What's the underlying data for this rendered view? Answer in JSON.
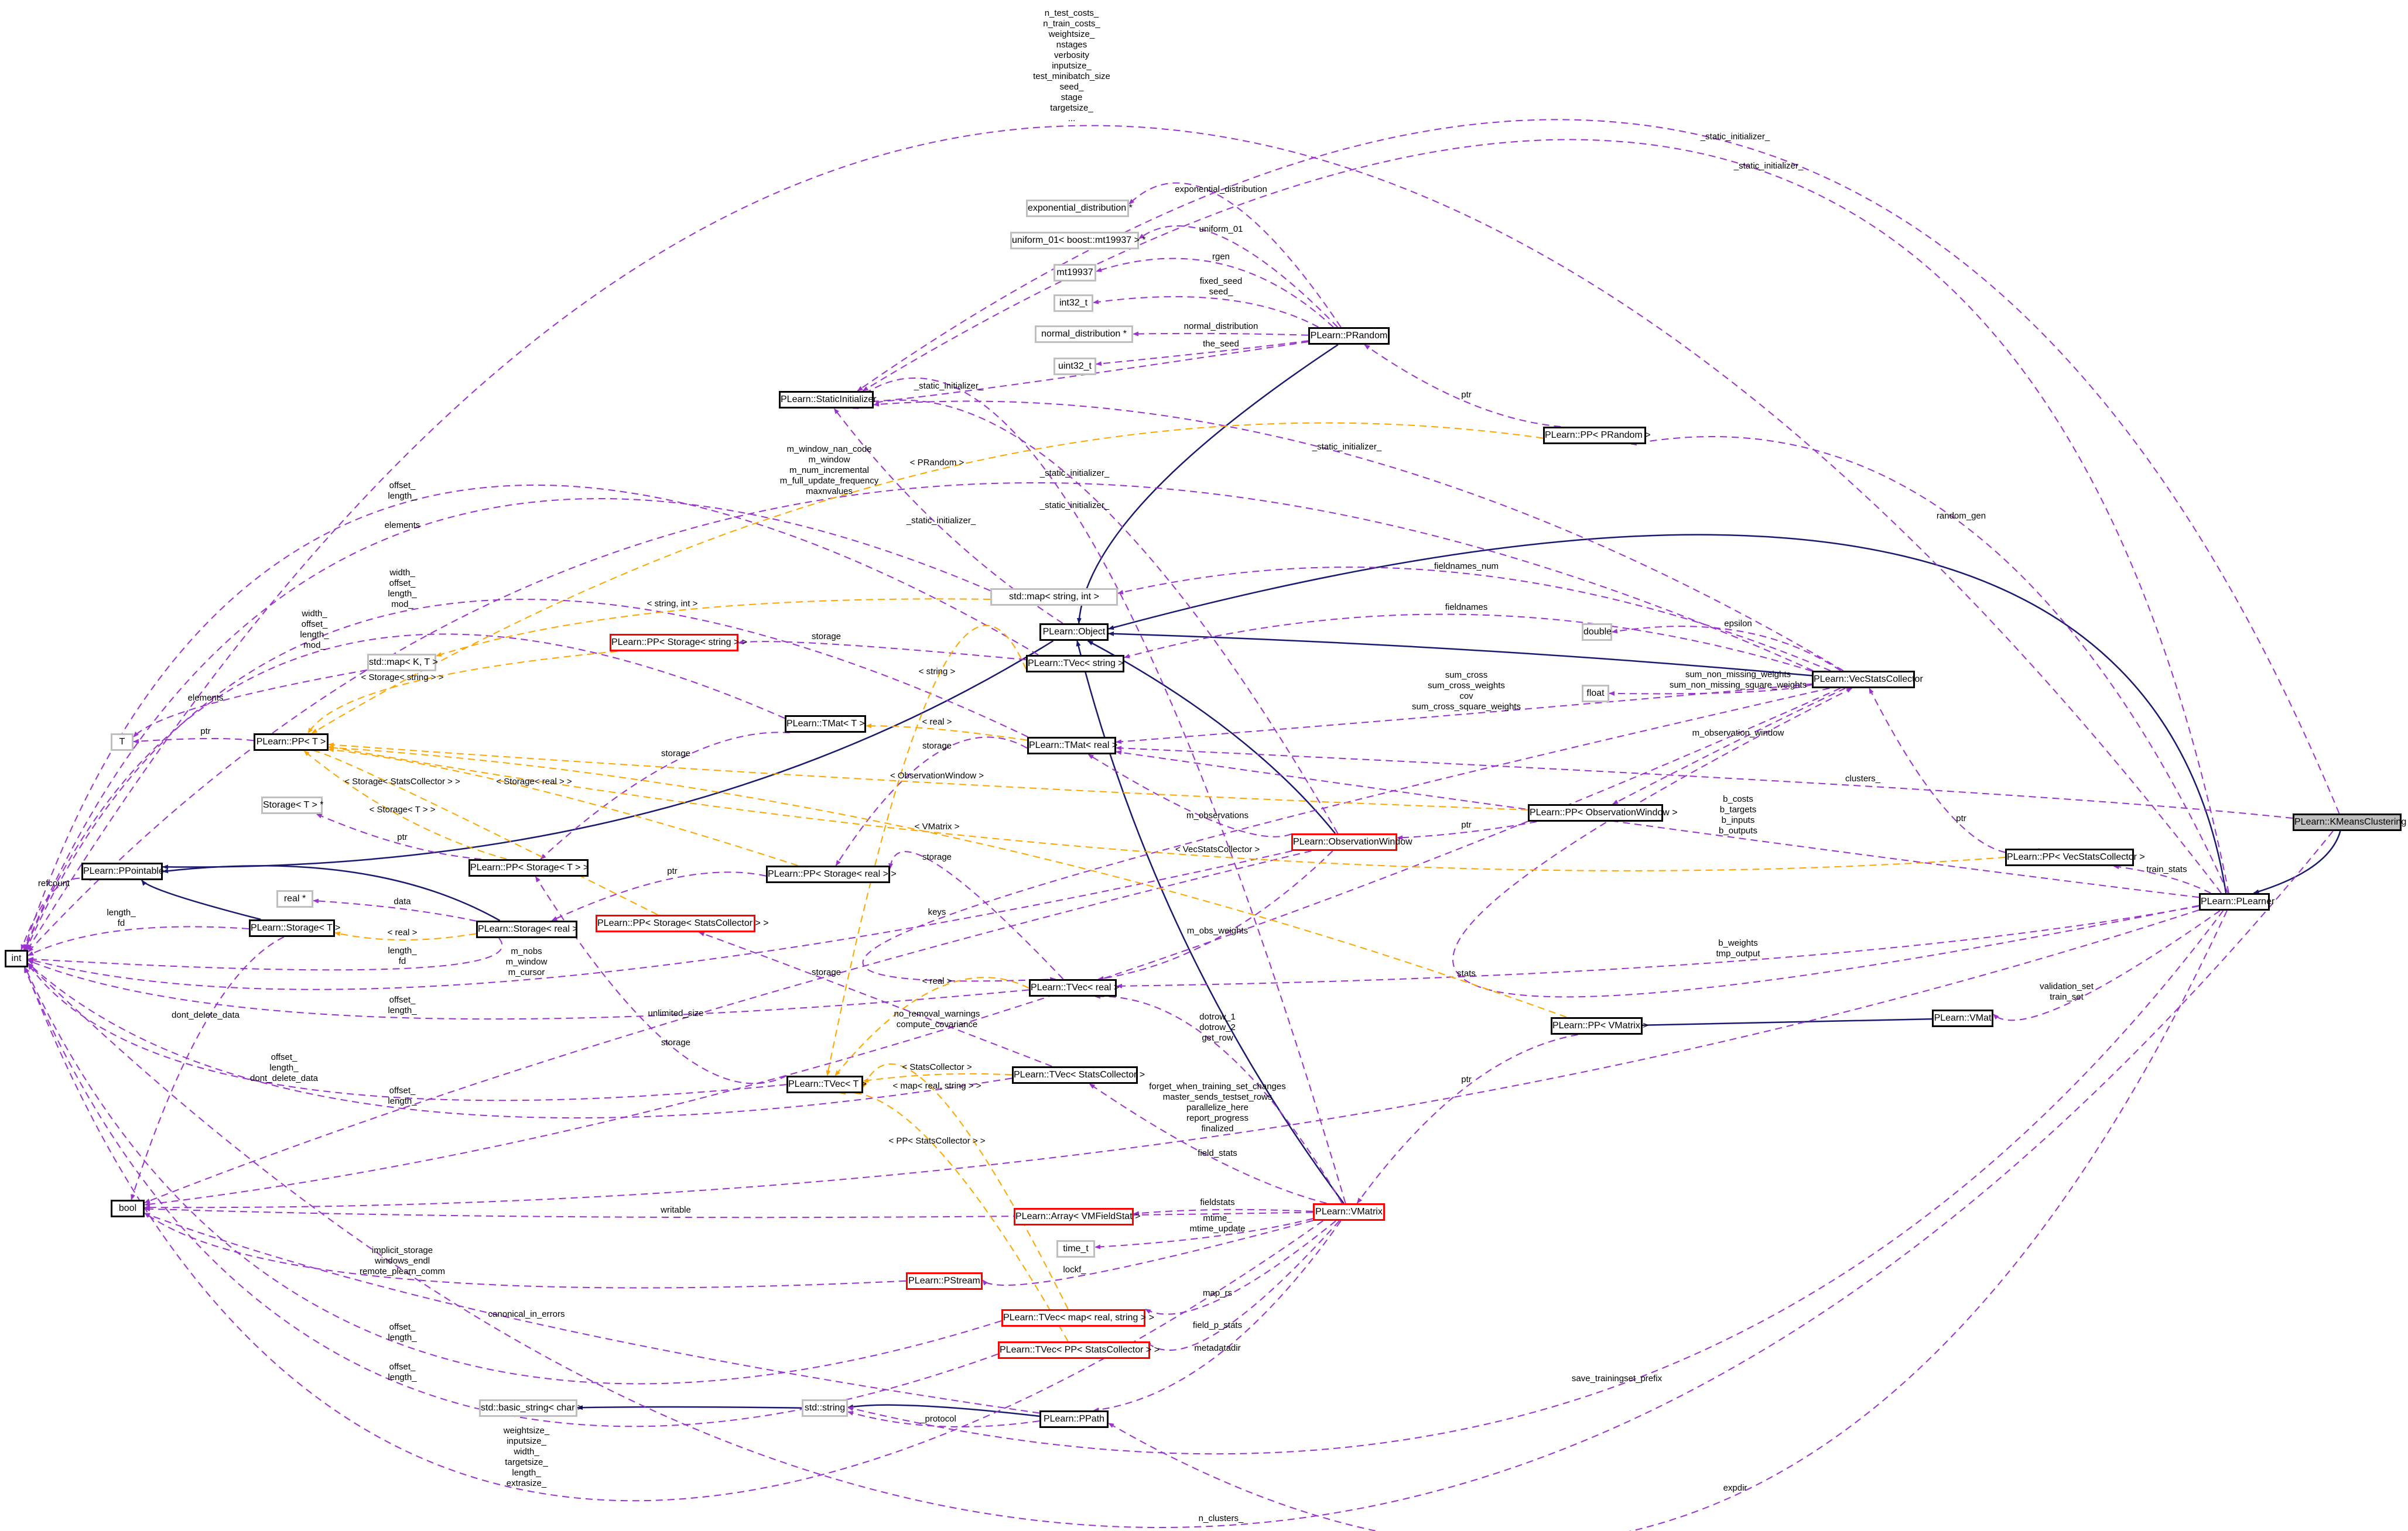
{
  "colors": {
    "usage": "#9a32cd",
    "template": "#ffa500",
    "inherit": "#191970",
    "truncated_border": "#ff0000",
    "external_border": "#bfbfbf",
    "focus_fill": "#bfbfbf"
  },
  "nodes": [
    {
      "label": "PLearn::KMeansClustering",
      "style": "focus"
    },
    {
      "label": "PLearn::PLearner",
      "style": "normal"
    },
    {
      "label": "PLearn::VMat",
      "style": "normal"
    },
    {
      "label": "PLearn::PP< VMatrix >",
      "style": "normal"
    },
    {
      "label": "PLearn::PP< VecStatsCollector >",
      "style": "normal"
    },
    {
      "label": "PLearn::PP< ObservationWindow >",
      "style": "normal"
    },
    {
      "label": "PLearn::VecStatsCollector",
      "style": "normal"
    },
    {
      "label": "double",
      "style": "external"
    },
    {
      "label": "float",
      "style": "external"
    },
    {
      "label": "PLearn::PP< PRandom >",
      "style": "normal"
    },
    {
      "label": "PLearn::PRandom",
      "style": "normal"
    },
    {
      "label": "exponential_distribution *",
      "style": "external"
    },
    {
      "label": "uniform_01< boost::mt19937 > *",
      "style": "external"
    },
    {
      "label": "mt19937",
      "style": "external"
    },
    {
      "label": "int32_t",
      "style": "external"
    },
    {
      "label": "normal_distribution *",
      "style": "external"
    },
    {
      "label": "uint32_t",
      "style": "external"
    },
    {
      "label": "PLearn::StaticInitializer",
      "style": "normal"
    },
    {
      "label": "std::map< string, int >",
      "style": "external"
    },
    {
      "label": "PLearn::Object",
      "style": "normal"
    },
    {
      "label": "PLearn::TVec< string >",
      "style": "normal"
    },
    {
      "label": "PLearn::PP< Storage< string > >",
      "style": "truncated"
    },
    {
      "label": "std::map< K, T >",
      "style": "external"
    },
    {
      "label": "T",
      "style": "external"
    },
    {
      "label": "PLearn::PP< T >",
      "style": "normal"
    },
    {
      "label": "PLearn::TMat< T >",
      "style": "normal"
    },
    {
      "label": "PLearn::TMat< real >",
      "style": "normal"
    },
    {
      "label": "Storage< T > *",
      "style": "external"
    },
    {
      "label": "PLearn::PPointable",
      "style": "normal"
    },
    {
      "label": "PLearn::PP< Storage< T > >",
      "style": "normal"
    },
    {
      "label": "PLearn::PP< Storage< real > >",
      "style": "normal"
    },
    {
      "label": "PLearn::ObservationWindow",
      "style": "truncated"
    },
    {
      "label": "real *",
      "style": "external"
    },
    {
      "label": "PLearn::Storage< T >",
      "style": "normal"
    },
    {
      "label": "PLearn::Storage< real >",
      "style": "normal"
    },
    {
      "label": "int",
      "style": "normal"
    },
    {
      "label": "PLearn::PP< Storage< StatsCollector > >",
      "style": "truncated"
    },
    {
      "label": "PLearn::TVec< real >",
      "style": "normal"
    },
    {
      "label": "PLearn::TVec< StatsCollector >",
      "style": "normal"
    },
    {
      "label": "PLearn::TVec< T >",
      "style": "normal"
    },
    {
      "label": "bool",
      "style": "normal"
    },
    {
      "label": "PLearn::VMatrix",
      "style": "truncated"
    },
    {
      "label": "PLearn::Array< VMFieldStat >",
      "style": "truncated"
    },
    {
      "label": "time_t",
      "style": "external"
    },
    {
      "label": "PLearn::PStream",
      "style": "truncated"
    },
    {
      "label": "PLearn::TVec< map< real, string > >",
      "style": "truncated"
    },
    {
      "label": "PLearn::TVec< PP< StatsCollector > >",
      "style": "truncated"
    },
    {
      "label": "std::basic_string< char >",
      "style": "external"
    },
    {
      "label": "std::string",
      "style": "external"
    },
    {
      "label": "PLearn::PPath",
      "style": "normal"
    }
  ],
  "edges": [
    {
      "from": 0,
      "to": 1,
      "kind": "inherit"
    },
    {
      "from": 1,
      "to": 19,
      "kind": "inherit"
    },
    {
      "from": 6,
      "to": 19,
      "kind": "inherit"
    },
    {
      "from": 31,
      "to": 19,
      "kind": "inherit"
    },
    {
      "from": 41,
      "to": 19,
      "kind": "inherit"
    },
    {
      "from": 10,
      "to": 19,
      "kind": "inherit"
    },
    {
      "from": 19,
      "to": 28,
      "kind": "inherit"
    },
    {
      "from": 33,
      "to": 28,
      "kind": "inherit"
    },
    {
      "from": 34,
      "to": 28,
      "kind": "inherit"
    },
    {
      "from": 2,
      "to": 3,
      "kind": "inherit"
    },
    {
      "from": 49,
      "to": 48,
      "kind": "inherit"
    },
    {
      "from": 48,
      "to": 47,
      "kind": "inherit"
    },
    {
      "from": 1,
      "to": 35,
      "kind": "usage",
      "label": "n_test_costs_\nn_train_costs_\nweightsize_\nnstages\nverbosity\ninputsize_\ntest_minibatch_size\nseed_\nstage\ntargetsize_\n..."
    },
    {
      "from": 0,
      "to": 17,
      "kind": "usage",
      "label": "_static_initializer_"
    },
    {
      "from": 1,
      "to": 17,
      "kind": "usage",
      "label": "_static_initializer_"
    },
    {
      "from": 10,
      "to": 11,
      "kind": "usage",
      "label": "exponential_distribution"
    },
    {
      "from": 10,
      "to": 12,
      "kind": "usage",
      "label": "uniform_01"
    },
    {
      "from": 10,
      "to": 13,
      "kind": "usage",
      "label": "rgen"
    },
    {
      "from": 10,
      "to": 14,
      "kind": "usage",
      "label": "fixed_seed\nseed_"
    },
    {
      "from": 10,
      "to": 15,
      "kind": "usage",
      "label": "normal_distribution"
    },
    {
      "from": 10,
      "to": 16,
      "kind": "usage",
      "label": "the_seed"
    },
    {
      "from": 10,
      "to": 17,
      "kind": "usage",
      "label": "_static_initializer_"
    },
    {
      "from": 9,
      "to": 10,
      "kind": "usage",
      "label": "ptr"
    },
    {
      "from": 1,
      "to": 9,
      "kind": "usage",
      "label": "random_gen"
    },
    {
      "from": 6,
      "to": 17,
      "kind": "usage",
      "label": "_static_initializer_"
    },
    {
      "from": 31,
      "to": 17,
      "kind": "usage",
      "label": "_static_initializer_"
    },
    {
      "from": 41,
      "to": 17,
      "kind": "usage",
      "label": "_static_initializer_"
    },
    {
      "from": 19,
      "to": 17,
      "kind": "usage",
      "label": "_static_initializer_"
    },
    {
      "from": 6,
      "to": 35,
      "kind": "usage",
      "label": "m_window_nan_code\nm_window\nm_num_incremental\nm_full_update_frequency\nmaxnvalues"
    },
    {
      "from": 20,
      "to": 35,
      "kind": "usage",
      "label": "offset_\nlength_"
    },
    {
      "from": 18,
      "to": 35,
      "kind": "usage",
      "label": "elements"
    },
    {
      "from": 26,
      "to": 35,
      "kind": "usage",
      "label": "width_\noffset_\nlength_\nmod_"
    },
    {
      "from": 6,
      "to": 18,
      "kind": "usage",
      "label": "fieldnames_num"
    },
    {
      "from": 6,
      "to": 20,
      "kind": "usage",
      "label": "fieldnames"
    },
    {
      "from": 6,
      "to": 7,
      "kind": "usage",
      "label": "epsilon"
    },
    {
      "from": 20,
      "to": 21,
      "kind": "usage",
      "label": "storage"
    },
    {
      "from": 25,
      "to": 35,
      "kind": "usage",
      "label": "width_\noffset_\nlength_\nmod_"
    },
    {
      "from": 22,
      "to": 23,
      "kind": "usage",
      "label": "elements"
    },
    {
      "from": 6,
      "to": 26,
      "kind": "usage",
      "label": "sum_cross\nsum_cross_weights\ncov\nsum_cross_square_weights"
    },
    {
      "from": 6,
      "to": 8,
      "kind": "usage",
      "label": "sum_non_missing_weights\nsum_non_missing_square_weights"
    },
    {
      "from": 24,
      "to": 23,
      "kind": "usage",
      "label": "ptr"
    },
    {
      "from": 25,
      "to": 29,
      "kind": "usage",
      "label": "storage"
    },
    {
      "from": 26,
      "to": 30,
      "kind": "usage",
      "label": "storage"
    },
    {
      "from": 6,
      "to": 5,
      "kind": "usage",
      "label": "m_observation_window"
    },
    {
      "from": 0,
      "to": 26,
      "kind": "usage",
      "label": "clusters_"
    },
    {
      "from": 31,
      "to": 26,
      "kind": "usage",
      "label": "m_observations"
    },
    {
      "from": 5,
      "to": 31,
      "kind": "usage",
      "label": "ptr"
    },
    {
      "from": 1,
      "to": 26,
      "kind": "usage",
      "label": "b_costs\nb_targets\nb_inputs\nb_outputs"
    },
    {
      "from": 4,
      "to": 6,
      "kind": "usage",
      "label": "ptr"
    },
    {
      "from": 29,
      "to": 27,
      "kind": "usage",
      "label": "ptr"
    },
    {
      "from": 30,
      "to": 34,
      "kind": "usage",
      "label": "ptr"
    },
    {
      "from": 1,
      "to": 4,
      "kind": "usage",
      "label": "train_stats"
    },
    {
      "from": 28,
      "to": 35,
      "kind": "usage",
      "label": "refcount"
    },
    {
      "from": 37,
      "to": 30,
      "kind": "usage",
      "label": "storage"
    },
    {
      "from": 6,
      "to": 37,
      "kind": "usage",
      "label": "keys"
    },
    {
      "from": 34,
      "to": 32,
      "kind": "usage",
      "label": "data"
    },
    {
      "from": 33,
      "to": 35,
      "kind": "usage",
      "label": "length_\nfd"
    },
    {
      "from": 31,
      "to": 37,
      "kind": "usage",
      "label": "m_obs_weights"
    },
    {
      "from": 1,
      "to": 37,
      "kind": "usage",
      "label": "b_weights\ntmp_output"
    },
    {
      "from": 34,
      "to": 35,
      "kind": "usage",
      "label": "length_\nfd"
    },
    {
      "from": 31,
      "to": 35,
      "kind": "usage",
      "label": "m_nobs\nm_window\nm_cursor"
    },
    {
      "from": 1,
      "to": 6,
      "kind": "usage",
      "label": "stats"
    },
    {
      "from": 38,
      "to": 36,
      "kind": "usage",
      "label": "storage"
    },
    {
      "from": 1,
      "to": 2,
      "kind": "usage",
      "label": "validation_set\ntrain_set"
    },
    {
      "from": 33,
      "to": 40,
      "kind": "usage",
      "label": "dont_delete_data"
    },
    {
      "from": 37,
      "to": 35,
      "kind": "usage",
      "label": "offset_\nlength_"
    },
    {
      "from": 31,
      "to": 40,
      "kind": "usage",
      "label": "unlimited_size"
    },
    {
      "from": 6,
      "to": 40,
      "kind": "usage",
      "label": "no_removal_warnings\ncompute_covariance"
    },
    {
      "from": 41,
      "to": 37,
      "kind": "usage",
      "label": "dotrow_1\ndotrow_2\nget_row"
    },
    {
      "from": 39,
      "to": 29,
      "kind": "usage",
      "label": "storage"
    },
    {
      "from": 3,
      "to": 41,
      "kind": "usage",
      "label": "ptr"
    },
    {
      "from": 39,
      "to": 35,
      "kind": "usage",
      "label": "offset_\nlength_\ndont_delete_data"
    },
    {
      "from": 1,
      "to": 40,
      "kind": "usage",
      "label": "forget_when_training_set_changes\nmaster_sends_testset_rows\nparallelize_here\nreport_progress\nfinalized"
    },
    {
      "from": 38,
      "to": 35,
      "kind": "usage",
      "label": "offset_\nlength_"
    },
    {
      "from": 41,
      "to": 38,
      "kind": "usage",
      "label": "field_stats"
    },
    {
      "from": 41,
      "to": 40,
      "kind": "usage",
      "label": "writable"
    },
    {
      "from": 41,
      "to": 42,
      "kind": "usage",
      "label": "fieldstats"
    },
    {
      "from": 41,
      "to": 43,
      "kind": "usage",
      "label": "mtime_\nmtime_update"
    },
    {
      "from": 44,
      "to": 40,
      "kind": "usage",
      "label": "implicit_storage\nwindows_endl\nremote_plearn_comm"
    },
    {
      "from": 41,
      "to": 44,
      "kind": "usage",
      "label": "lockf_"
    },
    {
      "from": 49,
      "to": 40,
      "kind": "usage",
      "label": "canonical_in_errors"
    },
    {
      "from": 41,
      "to": 45,
      "kind": "usage",
      "label": "map_rs"
    },
    {
      "from": 45,
      "to": 35,
      "kind": "usage",
      "label": "offset_\nlength_"
    },
    {
      "from": 41,
      "to": 46,
      "kind": "usage",
      "label": "field_p_stats"
    },
    {
      "from": 46,
      "to": 35,
      "kind": "usage",
      "label": "offset_\nlength_"
    },
    {
      "from": 41,
      "to": 49,
      "kind": "usage",
      "label": "metadatadir"
    },
    {
      "from": 1,
      "to": 48,
      "kind": "usage",
      "label": "save_trainingset_prefix"
    },
    {
      "from": 49,
      "to": 48,
      "kind": "usage",
      "label": "_protocol"
    },
    {
      "from": 41,
      "to": 35,
      "kind": "usage",
      "label": "weightsize_\ninputsize_\nwidth_\ntargetsize_\nlength_\nextrasize_"
    },
    {
      "from": 1,
      "to": 49,
      "kind": "usage",
      "label": "expdir"
    },
    {
      "from": 0,
      "to": 35,
      "kind": "usage",
      "label": "n_clusters_"
    },
    {
      "from": 9,
      "to": 24,
      "kind": "template",
      "label": "< PRandom >"
    },
    {
      "from": 18,
      "to": 22,
      "kind": "template",
      "label": "< string, int >"
    },
    {
      "from": 21,
      "to": 24,
      "kind": "template",
      "label": "< Storage< string > >"
    },
    {
      "from": 20,
      "to": 39,
      "kind": "template",
      "label": "< string >"
    },
    {
      "from": 26,
      "to": 25,
      "kind": "template",
      "label": "< real >"
    },
    {
      "from": 5,
      "to": 24,
      "kind": "template",
      "label": "< ObservationWindow >"
    },
    {
      "from": 36,
      "to": 24,
      "kind": "template",
      "label": "< Storage< StatsCollector > >"
    },
    {
      "from": 30,
      "to": 24,
      "kind": "template",
      "label": "< Storage< real > >"
    },
    {
      "from": 29,
      "to": 24,
      "kind": "template",
      "label": "< Storage< T > >"
    },
    {
      "from": 4,
      "to": 24,
      "kind": "template",
      "label": "< VecStatsCollector >"
    },
    {
      "from": 3,
      "to": 24,
      "kind": "template",
      "label": "< VMatrix >"
    },
    {
      "from": 34,
      "to": 33,
      "kind": "template",
      "label": "< real >"
    },
    {
      "from": 37,
      "to": 39,
      "kind": "template",
      "label": "< real >"
    },
    {
      "from": 38,
      "to": 39,
      "kind": "template",
      "label": "< StatsCollector >"
    },
    {
      "from": 45,
      "to": 39,
      "kind": "template",
      "label": "< map< real, string > >"
    },
    {
      "from": 46,
      "to": 39,
      "kind": "template",
      "label": "< PP< StatsCollector > >"
    }
  ]
}
